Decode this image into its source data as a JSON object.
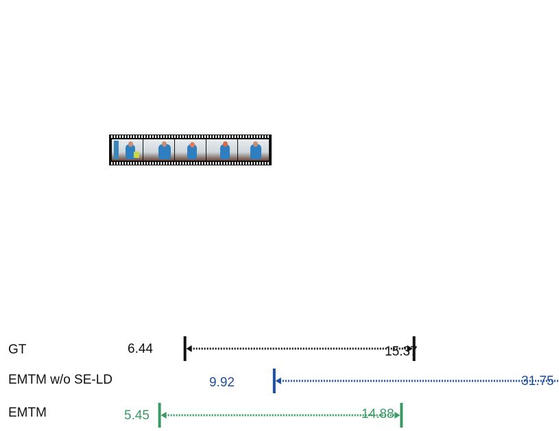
{
  "rows": [
    {
      "label": "GT",
      "start": 6.44,
      "end": 15.37,
      "start_text": "6.44",
      "end_text": "15.37",
      "color": "#111111"
    },
    {
      "label": "EMTM w/o SE-LD",
      "start": 9.92,
      "end": 31.75,
      "start_text": "9.92",
      "end_text": "31.75",
      "color": "#1f4e9a"
    },
    {
      "label": "EMTM",
      "start": 5.45,
      "end": 14.88,
      "start_text": "5.45",
      "end_text": "14.88",
      "color": "#3a9a63"
    }
  ],
  "filmstrip": {
    "frames": 5
  }
}
